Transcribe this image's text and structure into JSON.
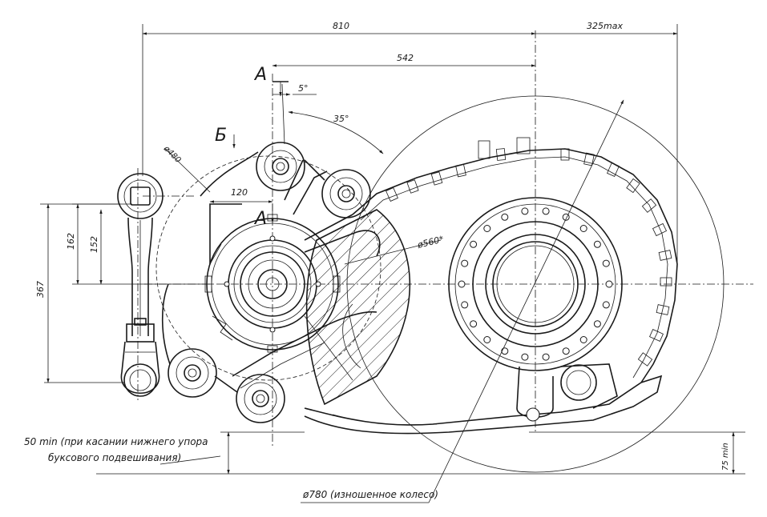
{
  "drawing": {
    "dimensions": {
      "d810": "810",
      "d325": "325max",
      "d542": "542",
      "d5deg": "5°",
      "d35deg": "35°",
      "d480": "ø480",
      "d120": "120",
      "d162": "162",
      "d152": "152",
      "d367": "367",
      "d560": "ø560*",
      "d75": "75 min"
    },
    "section_marks": {
      "a_top": "A",
      "a_mid": "A",
      "b": "Б"
    },
    "notes": {
      "clearance_line1": "50 min (при касании нижнего упора",
      "clearance_line2": "буксового подвешивания)",
      "wheel": "ø780 (изношенное колесо)"
    }
  }
}
